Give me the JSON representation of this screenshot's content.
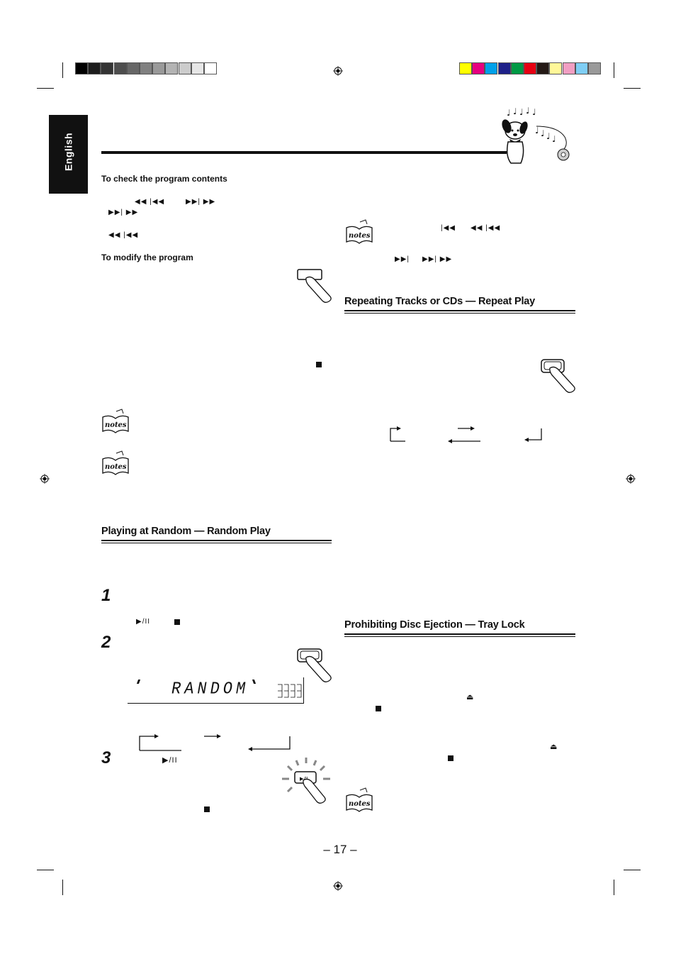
{
  "page": {
    "language_tab": "English",
    "page_number": "– 17 –"
  },
  "colors": {
    "gray_swatches": [
      "#000000",
      "#1c1c1c",
      "#333333",
      "#4d4d4d",
      "#666666",
      "#808080",
      "#999999",
      "#b3b3b3",
      "#cccccc",
      "#e6e6e6",
      "#ffffff"
    ],
    "color_swatches": [
      "#ffff00",
      "#e6007e",
      "#00a0e9",
      "#1d2088",
      "#009944",
      "#e60012",
      "#231815",
      "#fff799",
      "#f19ec2",
      "#7fcef4",
      "#999999"
    ]
  },
  "left": {
    "check_program_title": "To check the program contents",
    "modify_program_title": "To modify the program",
    "random_heading": "Playing at Random — Random Play",
    "step1": "1",
    "step2": "2",
    "step3": "3",
    "lcd_text": "RANDOM"
  },
  "right": {
    "repeat_heading": "Repeating Tracks or CDs — Repeat Play",
    "tray_lock_heading": "Prohibiting Disc Ejection — Tray Lock"
  },
  "symbols": {
    "rew_prev": "◀◀  |◀◀",
    "next_ff": "▶▶|  ▶▶",
    "ff_next2": "▶▶|  ▶▶",
    "rew_prev2": "◀◀  |◀◀",
    "prev": "|◀◀",
    "rew_prev3": "◀◀  |◀◀",
    "next": "▶▶|",
    "next_ff2": "▶▶|  ▶▶",
    "play_pause": "▶/II",
    "play_pause2": "▶/II",
    "eject": "⏏",
    "eject2": "⏏"
  }
}
